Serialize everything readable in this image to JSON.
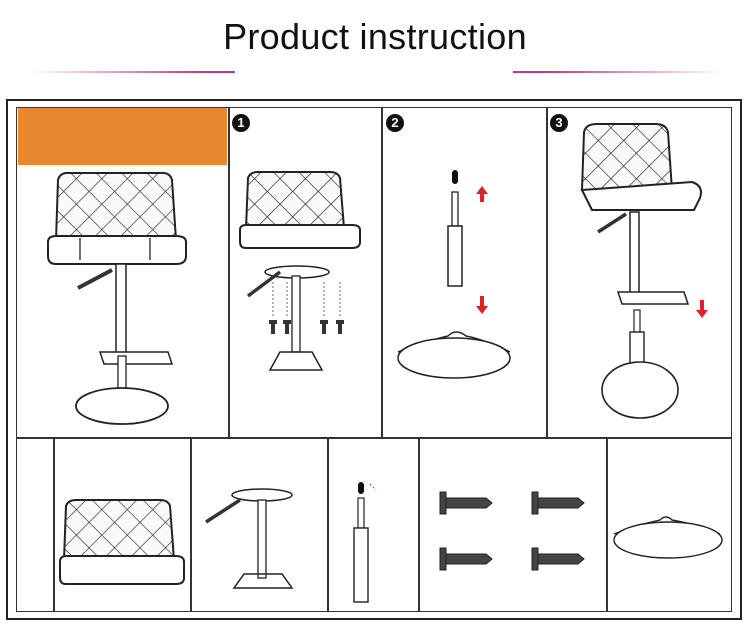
{
  "header": {
    "title": "Product instruction"
  },
  "steps": [
    {
      "label": "1"
    },
    {
      "label": "2"
    },
    {
      "label": "3"
    }
  ],
  "colors": {
    "accent_bar": "#e88831",
    "rule": "#c0387e",
    "arrow": "#d8232a"
  },
  "icons": [
    "up-arrow-icon",
    "down-arrow-icon"
  ]
}
